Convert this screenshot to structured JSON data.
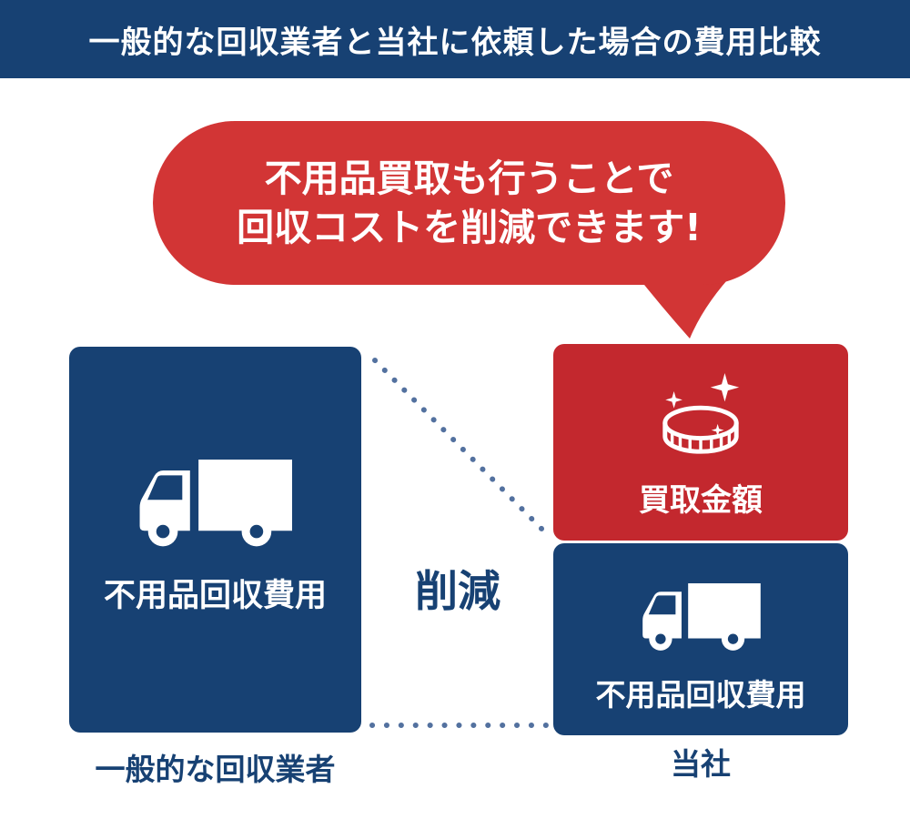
{
  "header": {
    "title": "一般的な回収業者と当社に依頼した場合の費用比較"
  },
  "speech_bubble": {
    "line1": "不用品買取も行うことで",
    "line2": "回収コストを削減できます!"
  },
  "comparison": {
    "reduction_label": "削減",
    "left": {
      "icon": "truck-icon",
      "box_label": "不用品回収費用",
      "caption": "一般的な回収業者"
    },
    "right": {
      "caption": "当社",
      "buyback": {
        "icon": "coin-sparkle-icon",
        "box_label": "買取金額"
      },
      "collection": {
        "icon": "truck-icon",
        "box_label": "不用品回収費用"
      }
    }
  },
  "colors": {
    "navy": "#174173",
    "red-box": "#c3282e",
    "red-bubble": "#d23535",
    "dot": "#53719f"
  }
}
